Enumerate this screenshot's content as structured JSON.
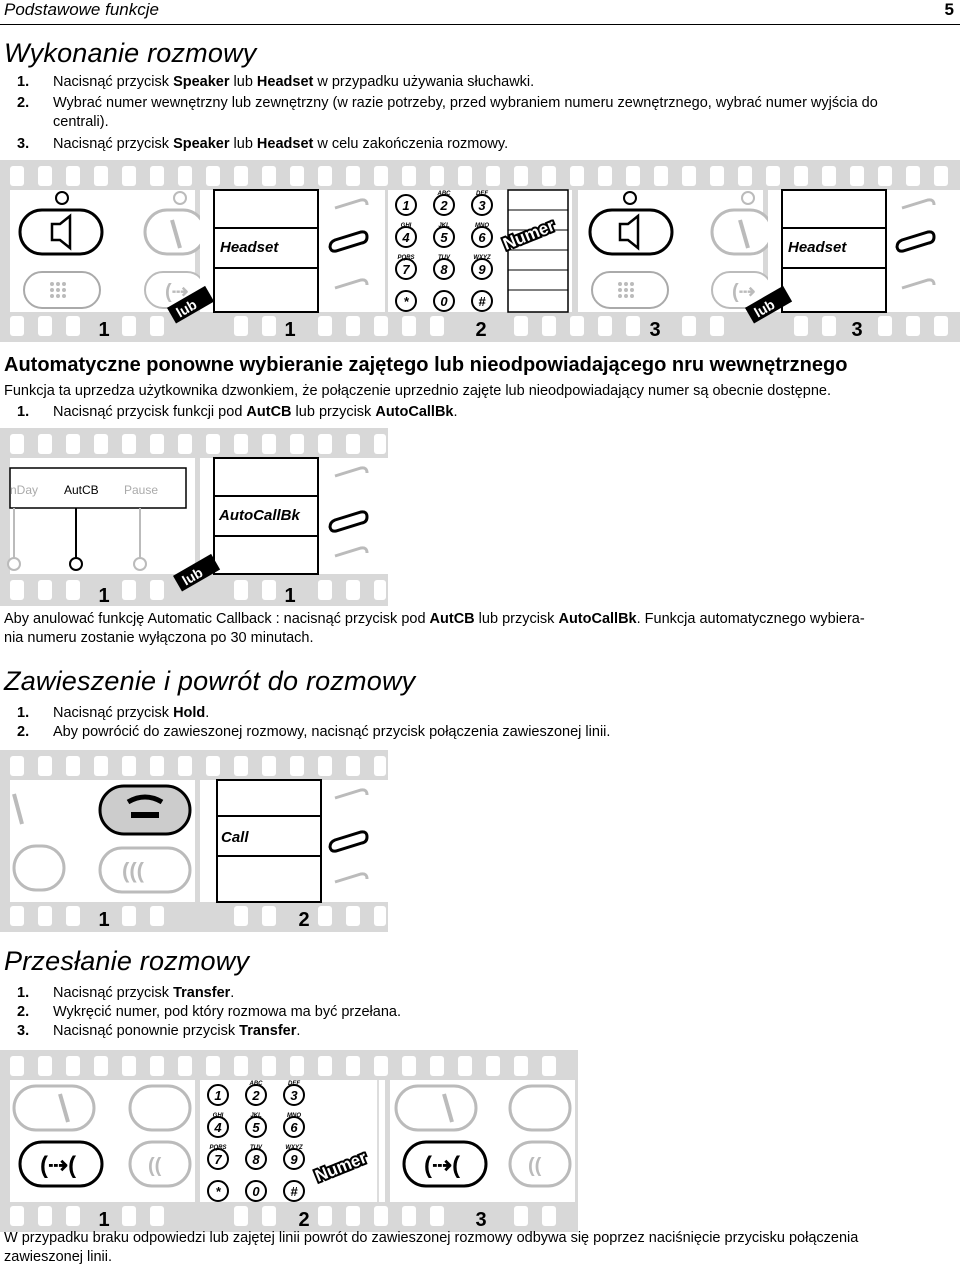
{
  "header": {
    "title": "Podstawowe funkcje",
    "page_number": "5"
  },
  "s1": {
    "heading": "Wykonanie rozmowy",
    "steps": [
      {
        "num": "1.",
        "a": "Nacisnąć przycisk ",
        "b1": "Speaker",
        "c": " lub ",
        "b2": "Headset",
        "d": " w przypadku używania słuchawki."
      },
      {
        "num": "2.",
        "line1": "Wybrać numer wewnętrzny lub zewnętrzny (w razie potrzeby, przed wybraniem numeru zewnętrznego, wybrać numer wyjścia do",
        "line2": "centrali)."
      },
      {
        "num": "3.",
        "a": "Nacisnąć przycisk ",
        "b1": "Speaker",
        "c": " lub ",
        "b2": "Headset",
        "d": " w celu zakończenia rozmowy."
      }
    ],
    "film": {
      "headset": "Headset",
      "lub": "lub",
      "numer": "Numer",
      "frame_numbers": [
        "1",
        "1",
        "2",
        "3",
        "3"
      ]
    }
  },
  "s2": {
    "heading": "Automatyczne ponowne wybieranie zajętego lub nieodpowiadającego nru wewnętrznego",
    "intro": "Funkcja ta uprzedza użytkownika dzwonkiem, że połączenie uprzednio zajęte lub nieodpowiadający numer są obecnie dostępne.",
    "step": {
      "num": "1.",
      "a": "Nacisnąć przycisk funkcji pod ",
      "b1": "AutCB",
      "c": " lub przycisk ",
      "b2": "AutoCallBk",
      "d": "."
    },
    "film": {
      "softkeys": [
        "nDay",
        "AutCB",
        "Pause"
      ],
      "autocallbk": "AutoCallBk",
      "lub": "lub",
      "frame_numbers": [
        "1",
        "1"
      ]
    },
    "cancel": {
      "a": "Aby anulować funkcję Automatic Callback : nacisnąć przycisk pod ",
      "b1": "AutCB",
      "c": " lub przycisk ",
      "b2": "AutoCallBk",
      "d": ". Funkcja automatycznego wybiera-",
      "line2": "nia numeru zostanie wyłączona po 30 minutach."
    }
  },
  "s3": {
    "heading": "Zawieszenie i powrót do rozmowy",
    "steps": [
      {
        "num": "1.",
        "a": "Nacisnąć przycisk ",
        "b1": "Hold",
        "d": "."
      },
      {
        "num": "2.",
        "a": "Aby powrócić do zawieszonej rozmowy, nacisnąć przycisk połączenia zawieszonej linii."
      }
    ],
    "film": {
      "call": "Call",
      "frame_numbers": [
        "1",
        "2"
      ]
    }
  },
  "s4": {
    "heading": "Przesłanie rozmowy",
    "steps": [
      {
        "num": "1.",
        "a": "Nacisnąć przycisk ",
        "b1": "Transfer",
        "d": "."
      },
      {
        "num": "2.",
        "a": "Wykręcić numer, pod który rozmowa ma być przełana."
      },
      {
        "num": "3.",
        "a": "Nacisnąć ponownie przycisk ",
        "b1": "Transfer",
        "d": "."
      }
    ],
    "film": {
      "numer": "Numer",
      "frame_numbers": [
        "1",
        "2",
        "3"
      ]
    },
    "note_line1": "W przypadku braku odpowiedzi lub zajętej linii powrót do zawieszonej rozmowy odbywa się poprzez naciśnięcie przycisku połączenia",
    "note_line2": "zawieszonej linii."
  },
  "keypad": {
    "digits": [
      "1",
      "2",
      "3",
      "4",
      "5",
      "6",
      "7",
      "8",
      "9",
      "*",
      "0",
      "#"
    ],
    "letters": [
      "",
      "ABC",
      "DEF",
      "GHI",
      "JKL",
      "MNO",
      "PQRS",
      "TUV",
      "WXYZ",
      "",
      "",
      ""
    ]
  },
  "icon_names": [
    "speaker-icon",
    "headset-icon",
    "handset-icon",
    "hold-icon",
    "transfer-icon",
    "conference-icon",
    "redial-icon",
    "mute-icon"
  ]
}
